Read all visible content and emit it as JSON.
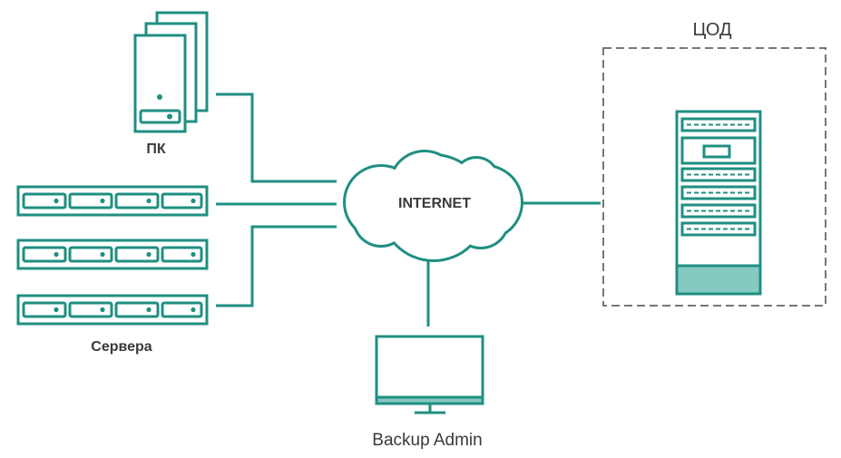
{
  "labels": {
    "pc": "ПК",
    "servers": "Сервера",
    "internet": "INTERNET",
    "datacenter": "ЦОД",
    "admin": "Backup Admin"
  },
  "colors": {
    "line": "#1f8f82",
    "fill_light": "#86c9c1",
    "background": "#ffffff",
    "dashed_border": "#777777",
    "text": "#3a3a3a"
  }
}
